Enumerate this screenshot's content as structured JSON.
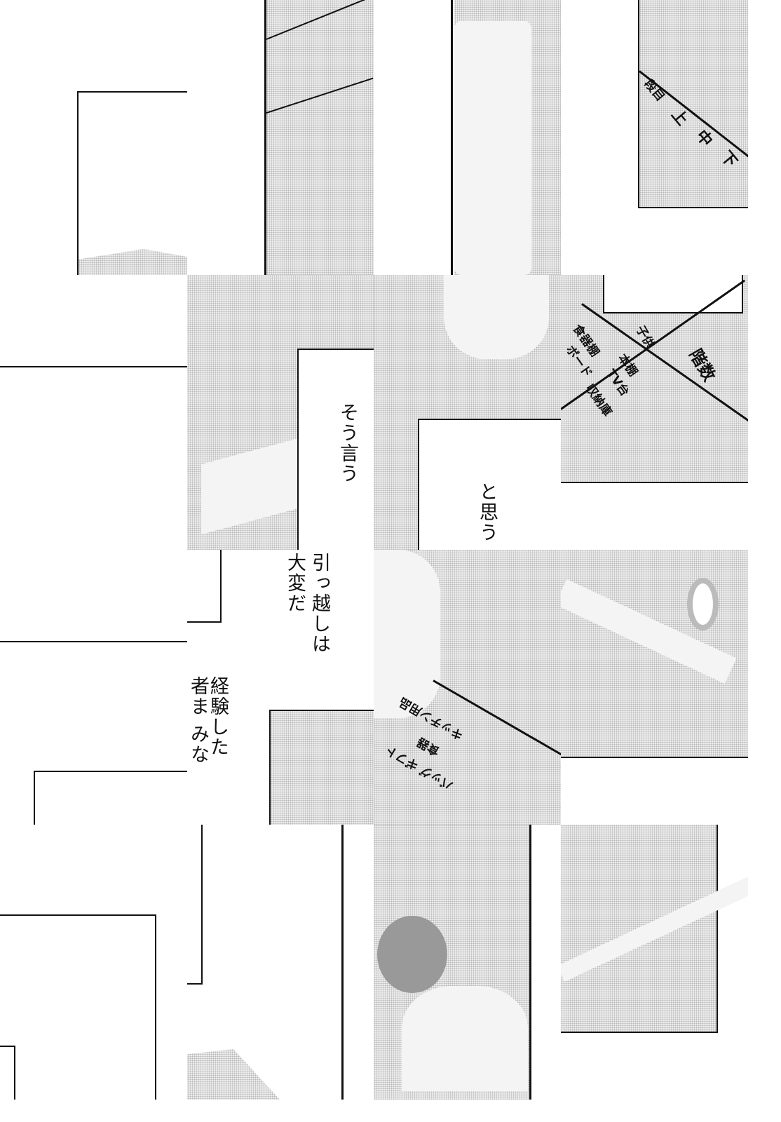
{
  "speech": {
    "say_so": "そう言う",
    "i_think": "と思う",
    "moving_is": "引っ越しは",
    "tough": "大変だ",
    "experienced": "経験した",
    "everyone": "者ま みな"
  },
  "box_labels": {
    "tier": "段目",
    "top": "上",
    "middle": "中",
    "bottom": "下",
    "floor_count": "階数",
    "cupboard": "食器棚",
    "bookshelf": "本棚",
    "tv_stand": "TV台",
    "storage": "収納庫",
    "children": "子供",
    "board": "ボード",
    "kitchen": "キッチン用品",
    "tableware": "食器",
    "bag_gift": "バッグ ギフト"
  }
}
